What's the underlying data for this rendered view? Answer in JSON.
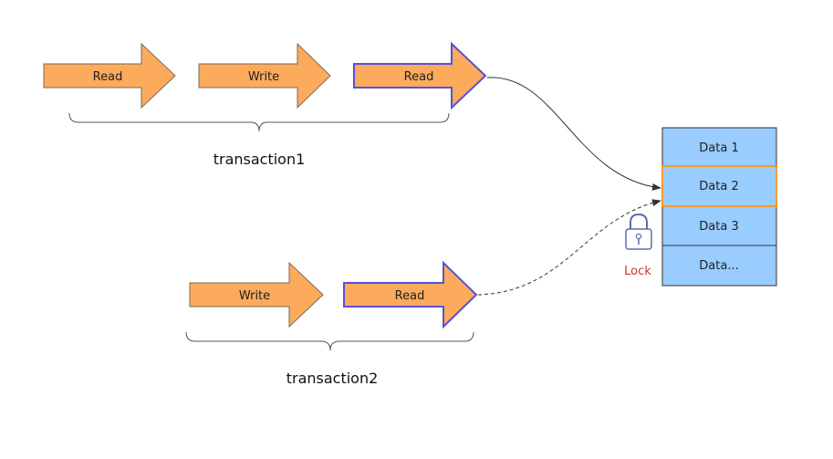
{
  "transactions": [
    {
      "label": "transaction1",
      "steps": [
        "Read",
        "Write",
        "Read"
      ],
      "active_step": 2
    },
    {
      "label": "transaction2",
      "steps": [
        "Write",
        "Read"
      ],
      "active_step": 1
    }
  ],
  "data_store": {
    "cells": [
      "Data 1",
      "Data 2",
      "Data 3",
      "Data..."
    ],
    "highlighted_cell": 1
  },
  "lock": {
    "label": "Lock",
    "icon": "padlock-icon"
  },
  "colors": {
    "arrow_fill": "#fcaa5c",
    "arrow_border": "#7a6a55",
    "active_border": "#5a4fd6",
    "cell_fill": "#99ccff",
    "cell_border": "#333333",
    "highlight_border": "#f59a2f",
    "lock_text": "#d0342c"
  }
}
